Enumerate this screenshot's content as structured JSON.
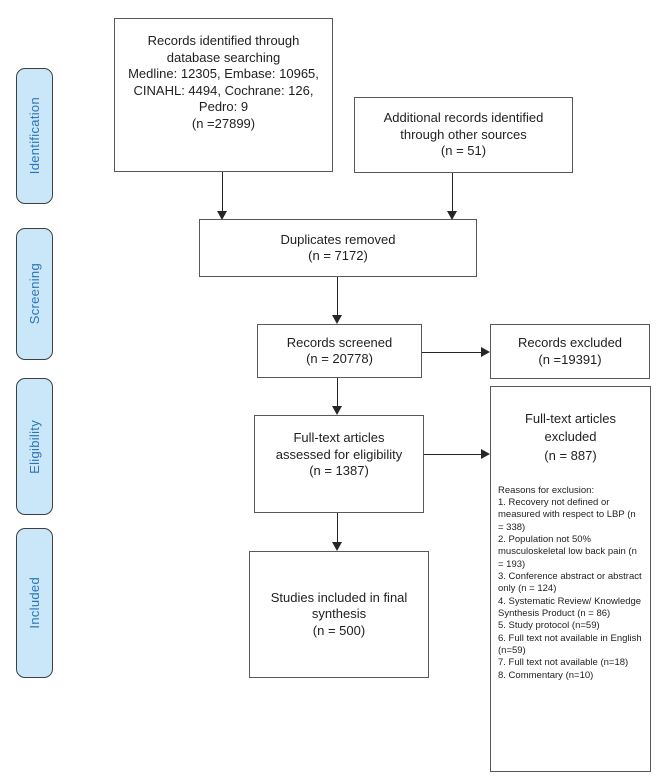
{
  "palette": {
    "stage_fill": "#c9e7f9",
    "stage_border": "#3f3f3f",
    "stage_text": "#2e74b5",
    "box_border": "#595959",
    "arrow": "#262626"
  },
  "sidebar": {
    "stages": [
      "Identification",
      "Screening",
      "Eligibility",
      "Included"
    ]
  },
  "flow": {
    "records_identified": "Records identified through\ndatabase searching\nMedline: 12305, Embase: 10965,\nCINAHL: 4494, Cochrane: 126,\nPedro: 9\n(n =27899)",
    "additional_records": "Additional records identified\nthrough other sources\n(n = 51)",
    "duplicates_removed": "Duplicates removed\n(n = 7172)",
    "records_screened": "Records screened\n(n = 20778)",
    "records_excluded": "Records excluded\n(n =19391)",
    "fulltext_assessed": "Full-text articles\nassessed for eligibility\n(n = 1387)",
    "fulltext_excluded_title": "Full-text articles\nexcluded\n(n = 887)",
    "fulltext_excluded_reasons": "Reasons for exclusion:\n1. Recovery not defined or measured with respect to LBP (n = 338)\n2. Population not 50% musculoskeletal low back pain (n = 193)\n3. Conference abstract or abstract only (n = 124)\n4. Systematic Review/ Knowledge Synthesis Product (n = 86)\n5. Study protocol (n=59)\n6. Full text not available in English (n=59)\n7. Full text not available (n=18)\n8. Commentary (n=10)",
    "studies_included": "Studies included in final\nsynthesis\n(n = 500)"
  }
}
